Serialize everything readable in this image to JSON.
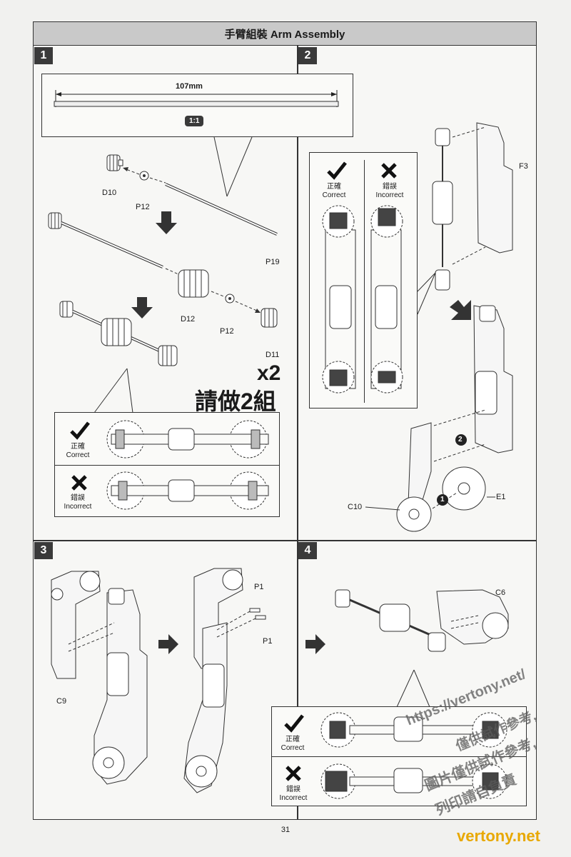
{
  "header": {
    "title": "手臂組裝 Arm Assembly"
  },
  "steps": [
    {
      "number": "1"
    },
    {
      "number": "2"
    },
    {
      "number": "3"
    },
    {
      "number": "4"
    }
  ],
  "step1": {
    "measure": "107mm",
    "scale": "1:1",
    "parts": {
      "d10": "D10",
      "p12a": "P12",
      "p19": "P19",
      "d12": "D12",
      "p12b": "P12",
      "d11": "D11"
    },
    "multiplier": "x2",
    "make_two": "請做2組"
  },
  "step2": {
    "parts": {
      "f3": "F3",
      "c10": "C10",
      "e1": "E1"
    },
    "order": {
      "first": "1",
      "second": "2"
    }
  },
  "step3": {
    "parts": {
      "c9": "C9",
      "p1a": "P1",
      "p1b": "P1"
    }
  },
  "step4": {
    "parts": {
      "c6": "C6"
    }
  },
  "compare": {
    "correct_cn": "正確",
    "correct_en": "Correct",
    "incorrect_cn": "錯誤",
    "incorrect_en": "Incorrect"
  },
  "watermark": {
    "url": "https://vertony.net/",
    "line1": "僅供試作參考,",
    "line2": "圖片僅供試作參考,",
    "line3": "列印請自負責",
    "brand": "vertony.net"
  },
  "page": {
    "number": "31"
  }
}
